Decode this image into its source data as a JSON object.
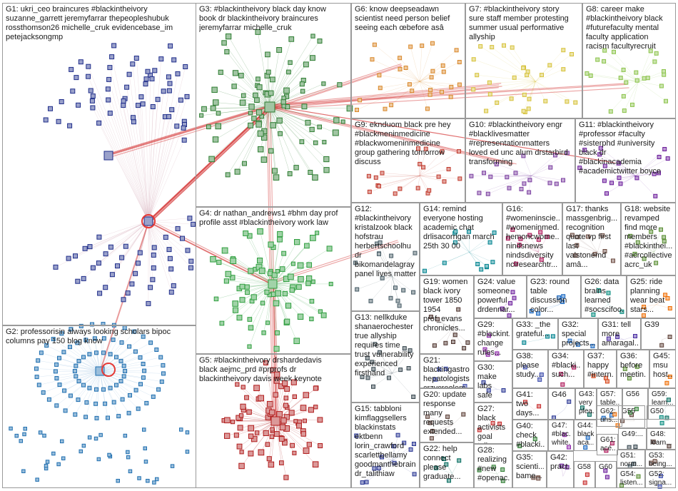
{
  "groups": [
    {
      "id": "G1",
      "label": "G1: ukri_ceo braincures #blackintheivory\nsuzanne_garrett jeremyfarrar thepeopleshubuk\nrossthomson26 michelle_cruk evidencebase_im\npetejacksongmp",
      "color": "#1f2d8a"
    },
    {
      "id": "G2",
      "label": "G2: professorisin always looking scholars bipoc\ncolumns pay 150 blog know",
      "color": "#1f6fb0"
    },
    {
      "id": "G3",
      "label": "G3: #blackintheivory black day know\nbook dr blackintheivory braincures\njeremyfarrar michelle_cruk",
      "color": "#2e7d32"
    },
    {
      "id": "G4",
      "label": "G4: dr nathan_andrews1 #bhm day prof\nprofile asst #blackintheivory work law",
      "color": "#2e9e3e"
    },
    {
      "id": "G5",
      "label": "G5: #blackintheivory drshardedavis\nblack aejmc_prd #prprofs dr\nblackintheivory davis week keynote",
      "color": "#b01c1c"
    },
    {
      "id": "G6",
      "label": "G6: know deepseadawn\nscientist need person belief\nseeing each œbefore asâ",
      "color": "#d9882a"
    },
    {
      "id": "G7",
      "label": "G7: #blackintheivory story\nsure staff member protesting\nsummer usual performative\nallyship",
      "color": "#d6c23a"
    },
    {
      "id": "G8",
      "label": "G8: career make\n#blackintheivory black\n#futurefaculty mental\nfaculty application\nracism facultyrecruit",
      "color": "#8bc34a"
    },
    {
      "id": "G9",
      "label": "G9: eknduom black pre hey\n#blackmeninmedicine\n#blackwomeninmedicine\ngroup gathering tomorrow\ndiscuss",
      "color": "#c0392b"
    },
    {
      "id": "G10",
      "label": "G10: #blackintheivory engr\n#blacklivesmatter\n#representationmatters\nloved ed unc alum drstarbird\ntransforming",
      "color": "#7b3fa0"
    },
    {
      "id": "G11",
      "label": "G11: #blackintheivory\n#professor #faculty\n#sisterphd #university\nblack dr\n#blackinacademia\n#academictwitter boyce",
      "color": "#6a1b9a"
    },
    {
      "id": "G12",
      "label": "G12:\n#blackintheivory\nkristalzook black\nhofstrau\nherbertschoolhu\ndr\nbikomandelagray\npanel lives matter",
      "color": "#455a64"
    },
    {
      "id": "G13",
      "label": "G13: nellkduke\nshanaerochester\ntrue allyship\nrequires time\ntrust vulnerability\nexperienced\nfirsthand",
      "color": "#37474f"
    },
    {
      "id": "G14",
      "label": "G14: remind\neveryone hosting\nacademic chat\ndrlisacorrigan march\n25th 30 00",
      "color": "#00838f"
    },
    {
      "id": "G15",
      "label": "G15: tabbloni\nkimflaggsellers\nblackinstats\nektbenn\nlorin_crawford\nscarlettbellamy\ngoodmanthebrain\ndr_talithiaw",
      "color": "#283593"
    },
    {
      "id": "G16",
      "label": "G16:\n#womeninscie...\n#womeninmed...\nhemoncwome...\nnindsnews\nnindsdiversity\nnciresearchtr...",
      "color": "#ad1457"
    },
    {
      "id": "G17",
      "label": "G17: thanks\nmassgenbrig...\nrecognition\nquote vp first\nlast\nvalstonemd\namâ...",
      "color": "#6d4c41"
    },
    {
      "id": "G18",
      "label": "G18: website\nrevamped\nfind more\nmembers\n#blackinthei...\n#acrcollective\nacrc_uk",
      "color": "#558b2f"
    },
    {
      "id": "G19",
      "label": "G19: women\nblack ivory\ntower 1850\n1954\nprof_evans\nchronicles...",
      "color": "#4e342e"
    },
    {
      "id": "G20",
      "label": "G20: update\nresponse\nmany\nrequests\nextended...",
      "color": "#5d4037"
    },
    {
      "id": "G21",
      "label": "G21:\nblackingastro\nhepatologists\ncrzycreolem...\nassoc blk...",
      "color": "#3949ab"
    },
    {
      "id": "G22",
      "label": "G22: help\nconnect\nplease\ngraduate...",
      "color": "#00695c"
    },
    {
      "id": "G23",
      "label": "G23: round\ntable\ndiscussion\ncolor...",
      "color": "#1565c0"
    },
    {
      "id": "G24",
      "label": "G24: value\nsomeone\npowerful\ndrdennar...",
      "color": "#6a1b9a"
    },
    {
      "id": "G25",
      "label": "G25: ride\nplanning\nwear beat\nstars...",
      "color": "#ef6c00"
    },
    {
      "id": "G26",
      "label": "G26: data\nbrains\nlearned\n#socscifoo...",
      "color": "#00897b"
    },
    {
      "id": "G27",
      "label": "G27:\nblack\nactivists\ngoal tell...",
      "color": "#c62828"
    },
    {
      "id": "G28",
      "label": "G28:\nrealizing\n#new\n#openac...",
      "color": "#2e7d32"
    },
    {
      "id": "G29",
      "label": "G29:\n#blackint...\nchange\nrules...",
      "color": "#8e24aa"
    },
    {
      "id": "G30",
      "label": "G30:\nmake labs\nsafe\nspaces...",
      "color": "#283593"
    },
    {
      "id": "G31",
      "label": "G31: tell\nmore\namaragal...",
      "color": "#4527a0"
    },
    {
      "id": "G32",
      "label": "G32:\nspecial\nprojects...",
      "color": "#1565c0"
    },
    {
      "id": "G33",
      "label": "G33: _the\ngrateful...",
      "color": "#00838f"
    },
    {
      "id": "G34",
      "label": "G34:\n#blacki...\nsuch...",
      "color": "#ad1457"
    },
    {
      "id": "G35",
      "label": "G35:\nscienti...\nbame...",
      "color": "#6d4c41"
    },
    {
      "id": "G36",
      "label": "G36:\nbefore\nmeetin...",
      "color": "#558b2f"
    },
    {
      "id": "G37",
      "label": "G37:\nhappy\n#intern...",
      "color": "#d84315"
    },
    {
      "id": "G38",
      "label": "G38:\nplease\nstudy...",
      "color": "#3949ab"
    },
    {
      "id": "G39",
      "label": "G39",
      "color": "#5d4037"
    },
    {
      "id": "G40",
      "label": "G40:\ncheck\n#blacki...",
      "color": "#2e7d32"
    },
    {
      "id": "G41",
      "label": "G41:\ntwo\ndays...",
      "color": "#c62828"
    },
    {
      "id": "G42",
      "label": "G42:\npract...",
      "color": "#6a1b9a"
    },
    {
      "id": "G43",
      "label": "G43:\nvery\nplea...",
      "color": "#00695c"
    },
    {
      "id": "G44",
      "label": "G44:\nblack\naca...",
      "color": "#1565c0"
    },
    {
      "id": "G45",
      "label": "G45:\nmsu\nhost...",
      "color": "#ef6c00"
    },
    {
      "id": "G46",
      "label": "G46",
      "color": "#283593"
    },
    {
      "id": "G47",
      "label": "G47:\n#blac...\nwhite...",
      "color": "#8e24aa"
    },
    {
      "id": "G48",
      "label": "G48:\nlearn...",
      "color": "#4e342e"
    },
    {
      "id": "G49",
      "label": "G49:...",
      "color": "#37474f"
    },
    {
      "id": "G50",
      "label": "G50",
      "color": "#00897b"
    },
    {
      "id": "G51",
      "label": "G51:\nnorm...",
      "color": "#455a64"
    },
    {
      "id": "G52",
      "label": "G52:\nsigna...",
      "color": "#3949ab"
    },
    {
      "id": "G53",
      "label": "G53:\nbeing...",
      "color": "#6d4c41"
    },
    {
      "id": "G54",
      "label": "G54:\nlisten...",
      "color": "#558b2f"
    },
    {
      "id": "G55",
      "label": "G55",
      "color": "#5d4037"
    },
    {
      "id": "G56",
      "label": "G56",
      "color": "#2e7d32"
    },
    {
      "id": "G57",
      "label": "G57:\ntable...",
      "color": "#1565c0"
    },
    {
      "id": "G58",
      "label": "G58",
      "color": "#c62828"
    },
    {
      "id": "G59",
      "label": "G59:\nlearn...",
      "color": "#00695c"
    },
    {
      "id": "G60",
      "label": "G60",
      "color": "#6a1b9a"
    },
    {
      "id": "G61",
      "label": "G61:\nacé...",
      "color": "#ad1457"
    },
    {
      "id": "G62",
      "label": "G62:\nuns...",
      "color": "#ef6c00"
    }
  ]
}
